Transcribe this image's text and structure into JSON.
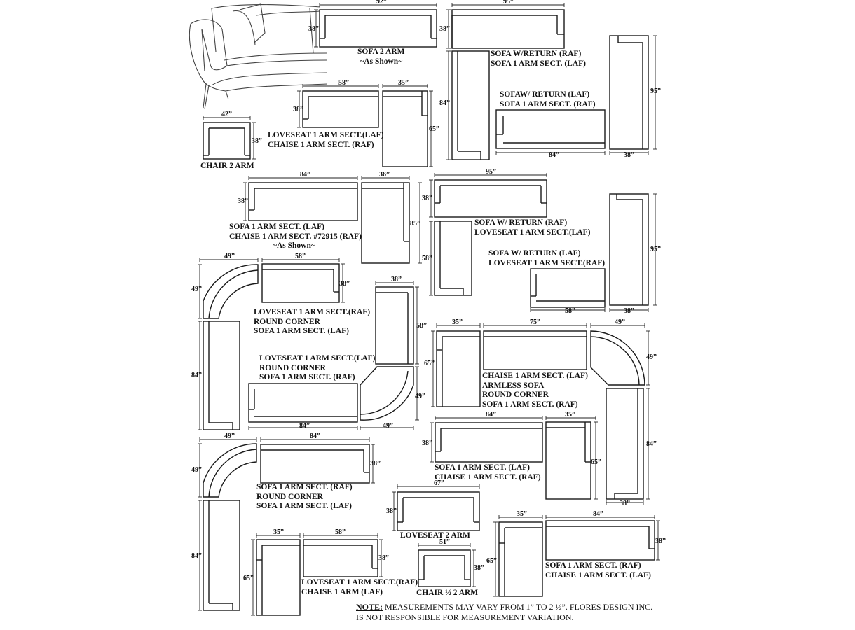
{
  "note": {
    "prefix": "NOTE:",
    "line1": " MEASUREMENTS MAY VARY FROM 1” TO 2 ½”. FLORES DESIGN INC.",
    "line2": "IS NOT RESPONSIBLE FOR MEASUREMENT VARIATION."
  },
  "groups": [
    {
      "id": "g-sofa-2-arm",
      "lines": [
        "SOFA 2 ARM",
        "~As Shown~"
      ]
    },
    {
      "id": "g-sofa-return-raf",
      "lines": [
        "SOFA W/RETURN (RAF)",
        "SOFA 1 ARM SECT. (LAF)"
      ]
    },
    {
      "id": "g-sofa-return-laf",
      "lines": [
        "SOFAW/ RETURN (LAF)",
        "SOFA 1 ARM SECT. (RAF)"
      ]
    },
    {
      "id": "g-loveseat-chaise",
      "lines": [
        "LOVESEAT 1 ARM SECT.(LAF)",
        "CHAISE 1 ARM SECT. (RAF)"
      ]
    },
    {
      "id": "g-chair-2-arm",
      "lines": [
        "CHAIR 2 ARM"
      ]
    },
    {
      "id": "g-sofa-chaise-72915",
      "lines": [
        "SOFA 1 ARM SECT. (LAF)",
        "CHAISE 1 ARM SECT. #72915 (RAF)",
        "~As Shown~"
      ]
    },
    {
      "id": "g-sofa-return-loveseat-laf",
      "lines": [
        "SOFA W/ RETURN (RAF)",
        "LOVESEAT  1 ARM SECT.(LAF)"
      ]
    },
    {
      "id": "g-sofa-return-loveseat-raf",
      "lines": [
        "SOFA  W/ RETURN (LAF)",
        "LOVESEAT  1 ARM SECT.(RAF)"
      ]
    },
    {
      "id": "g-loveseat-corner-sofa",
      "lines": [
        "LOVESEAT 1 ARM SECT.(RAF)",
        "ROUND CORNER",
        "SOFA 1 ARM SECT. (LAF)"
      ]
    },
    {
      "id": "g-loveseat-corner-sofa-2",
      "lines": [
        "LOVESEAT 1 ARM SECT.(LAF)",
        "ROUND CORNER",
        "SOFA 1 ARM SECT. (RAF)"
      ]
    },
    {
      "id": "g-chaise-armless-corner",
      "lines": [
        "CHAISE 1 ARM SECT. (LAF)",
        "ARMLESS SOFA",
        "ROUND CORNER",
        "SOFA 1 ARM SECT. (RAF)"
      ]
    },
    {
      "id": "g-sofa-chaise-raf",
      "lines": [
        "SOFA 1 ARM SECT. (LAF)",
        "CHAISE 1 ARM SECT.  (RAF)"
      ]
    },
    {
      "id": "g-sofa-corner-sofa",
      "lines": [
        "SOFA 1 ARM SECT. (RAF)",
        "ROUND CORNER",
        "SOFA 1 ARM SECT. (LAF)"
      ]
    },
    {
      "id": "g-loveseat-2-arm",
      "lines": [
        "LOVESEAT  2 ARM"
      ]
    },
    {
      "id": "g-loveseat-chaise-laf",
      "lines": [
        "LOVESEAT 1 ARM SECT.(RAF)",
        "CHAISE 1 ARM (LAF)"
      ]
    },
    {
      "id": "g-chair-half",
      "lines": [
        "CHAIR ½  2 ARM"
      ]
    },
    {
      "id": "g-sofa-chaise-laf",
      "lines": [
        "SOFA 1 ARM SECT. (RAF)",
        "CHAISE 1 ARM SECT.  (LAF)"
      ]
    }
  ],
  "dimensions": [
    "92”",
    "38”",
    "95”",
    "38”",
    "84”",
    "95”",
    "38”",
    "84”",
    "58”",
    "35”",
    "38”",
    "65”",
    "42”",
    "38”",
    "84”",
    "36”",
    "38”",
    "85”",
    "95”",
    "38”",
    "58”",
    "95”",
    "58”",
    "38”",
    "49”",
    "58”",
    "49”",
    "38”",
    "84”",
    "38”",
    "58”",
    "84”",
    "49”",
    "49”",
    "35”",
    "75”",
    "49”",
    "65”",
    "49”",
    "84”",
    "35”",
    "38”",
    "65”",
    "84”",
    "38”",
    "49”",
    "84”",
    "49”",
    "38”",
    "84”",
    "67”",
    "38”",
    "35”",
    "58”",
    "65”",
    "38”",
    "51”",
    "38”",
    "35”",
    "84”",
    "65”",
    "38”"
  ]
}
